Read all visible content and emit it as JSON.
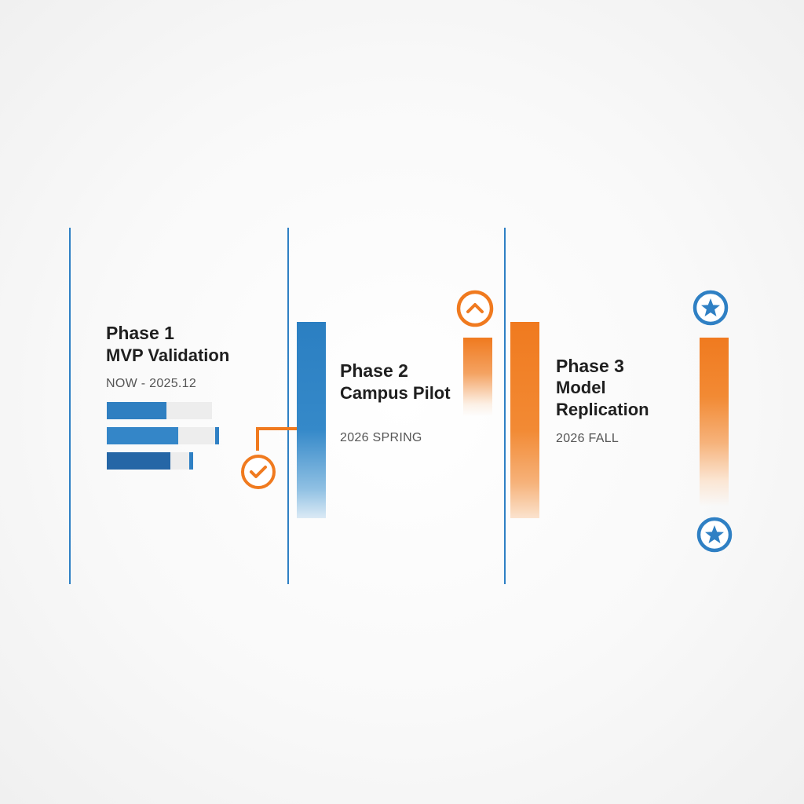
{
  "phases": [
    {
      "title": "Phase 1",
      "subtitle": "MVP Validation",
      "date": "NOW - 2025.12",
      "progress_bars": [
        {
          "fill": 0.57
        },
        {
          "fill": 0.66
        },
        {
          "fill": 0.74
        }
      ]
    },
    {
      "title": "Phase 2",
      "subtitle": "Campus Pilot",
      "date": "2026 SPRING"
    },
    {
      "title": "Phase 3",
      "subtitle_line1": "Model",
      "subtitle_line2": "Replication",
      "date": "2026 FALL"
    }
  ],
  "colors": {
    "blue": "#2b7fc2",
    "orange": "#f07a1f",
    "text": "#1f1f1f",
    "muted": "#555555"
  },
  "icons": {
    "check": "check-circle-icon",
    "chevron_up": "chevron-up-circle-icon",
    "star": "star-circle-icon"
  }
}
